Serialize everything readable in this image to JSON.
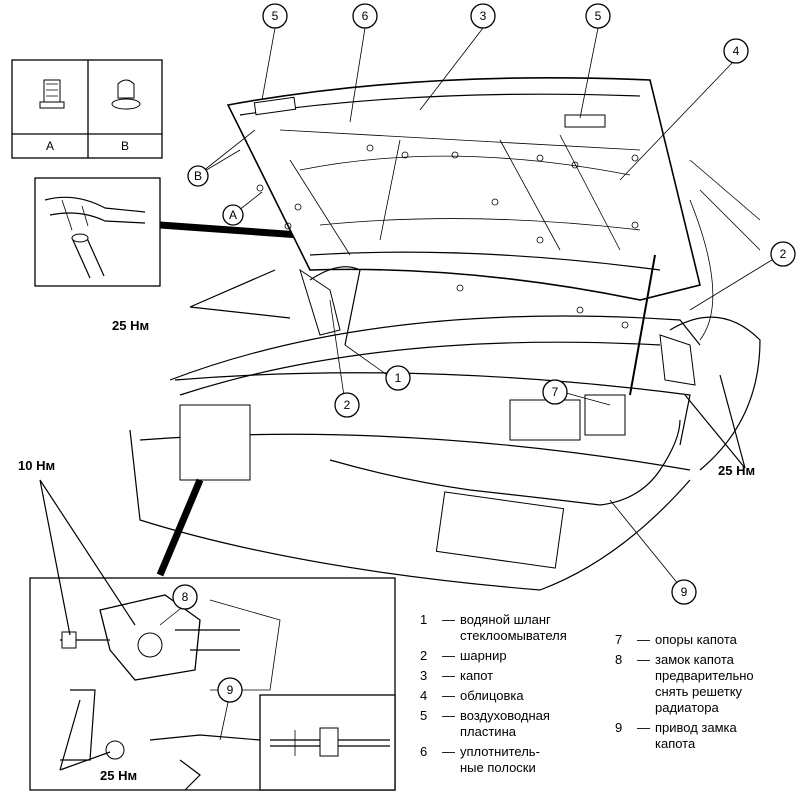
{
  "callouts": {
    "c1": "1",
    "c2": "2",
    "c3": "3",
    "c4": "4",
    "c5": "5",
    "c6": "6",
    "c7": "7",
    "c8": "8",
    "c9": "9",
    "cA": "A",
    "cB": "B"
  },
  "fastener_inset": {
    "label_a": "A",
    "label_b": "B"
  },
  "torques": {
    "left_hinge": "25 Нм",
    "right_hinge": "25 Нм",
    "lock_top": "10 Нм",
    "lock_bottom": "25 Нм"
  },
  "legend_left": [
    {
      "num": "1",
      "text": "водяной шланг\nстеклоомывателя"
    },
    {
      "num": "2",
      "text": "шарнир"
    },
    {
      "num": "3",
      "text": "капот"
    },
    {
      "num": "4",
      "text": "облицовка"
    },
    {
      "num": "5",
      "text": "воздуховодная\nпластина"
    },
    {
      "num": "6",
      "text": "уплотнитель-\nные полоски"
    }
  ],
  "legend_right": [
    {
      "num": "7",
      "text": "опоры капота"
    },
    {
      "num": "8",
      "text": "замок капота\nпредварительно\nснять решетку\nрадиатора"
    },
    {
      "num": "9",
      "text": "привод замка\nкапота"
    }
  ],
  "legend_dash": "—"
}
